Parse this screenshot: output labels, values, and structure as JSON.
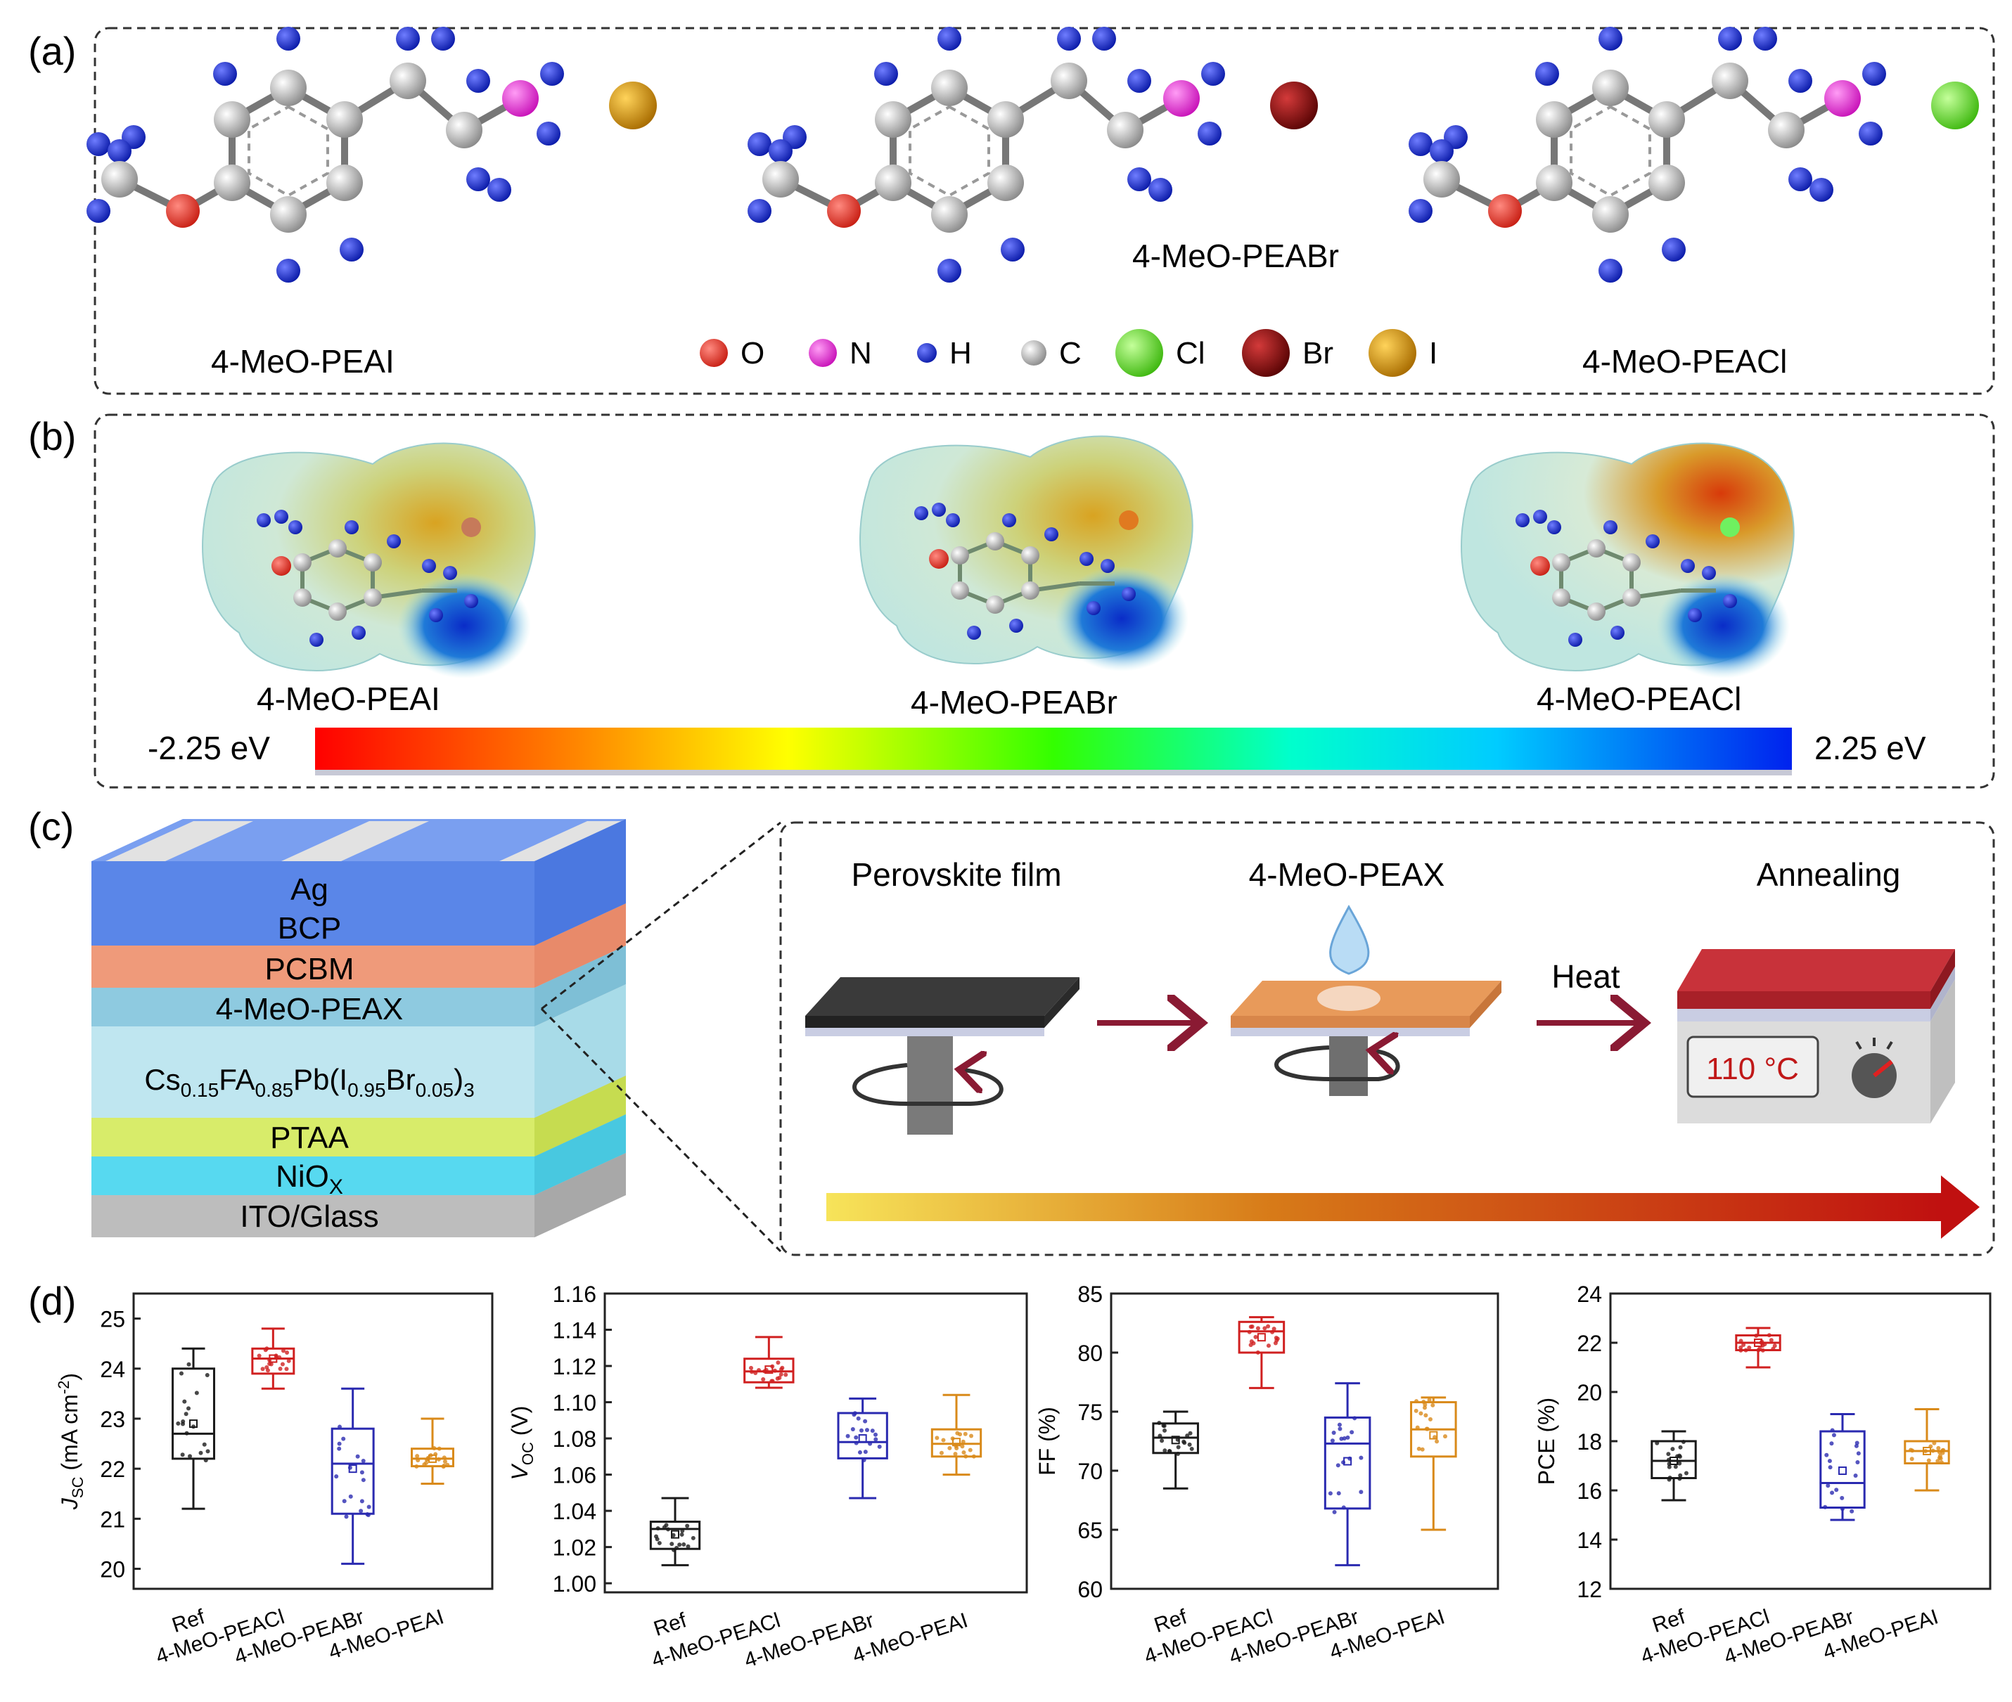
{
  "panel_labels": {
    "a": "(a)",
    "b": "(b)",
    "c": "(c)",
    "d": "(d)"
  },
  "panel_a": {
    "molecules": [
      "4-MeO-PEAI",
      "4-MeO-PEABr",
      "4-MeO-PEACl"
    ],
    "legend": [
      {
        "label": "O",
        "color": "#e53b32"
      },
      {
        "label": "N",
        "color": "#e62ed6"
      },
      {
        "label": "H",
        "color": "#1b2fc9"
      },
      {
        "label": "C",
        "color": "#9a9a9a"
      },
      {
        "label": "Cl",
        "color": "#6fe030"
      },
      {
        "label": "Br",
        "color": "#8a0c0c"
      },
      {
        "label": "I",
        "color": "#d39a10"
      }
    ],
    "halide_colors": [
      "#d39a10",
      "#8a0c0c",
      "#6fe030"
    ]
  },
  "panel_b": {
    "molecules": [
      "4-MeO-PEAI",
      "4-MeO-PEABr",
      "4-MeO-PEACl"
    ],
    "scale_min": "-2.25 eV",
    "scale_max": "2.25 eV"
  },
  "panel_c": {
    "layers": [
      "Ag",
      "BCP",
      "PCBM",
      "4-MeO-PEAX",
      "Cs0.15FA0.85Pb(I0.95Br0.05)3",
      "PTAA",
      "NiOx",
      "ITO/Glass"
    ],
    "perovskite": {
      "base": "Cs",
      "s1": "0.15",
      "a": "FA",
      "s2": "0.85",
      "b": "Pb(I",
      "s3": "0.95",
      "c": "Br",
      "s4": "0.05",
      "d": ")",
      "s5": "3"
    },
    "nio": {
      "base": "NiO",
      "sub": "X"
    },
    "steps": [
      "Perovskite film",
      "4-MeO-PEAX",
      "Annealing"
    ],
    "heat_label": "Heat",
    "temperature": "110 °C"
  },
  "chart_data": [
    {
      "type": "box",
      "ylabel": "J_SC (mA cm^-2)",
      "ylim": [
        19.6,
        25.5
      ],
      "yticks": [
        20,
        21,
        22,
        23,
        24,
        25
      ],
      "categories": [
        "Ref",
        "4-MeO-PEACl",
        "4-MeO-PEABr",
        "4-MeO-PEAI"
      ],
      "boxes": [
        {
          "min": 21.2,
          "q1": 22.2,
          "median": 22.7,
          "q3": 24.0,
          "max": 24.4,
          "mean": 22.9
        },
        {
          "min": 23.6,
          "q1": 23.9,
          "median": 24.2,
          "q3": 24.4,
          "max": 24.8,
          "mean": 24.2
        },
        {
          "min": 20.1,
          "q1": 21.1,
          "median": 22.1,
          "q3": 22.8,
          "max": 23.6,
          "mean": 22.0
        },
        {
          "min": 21.7,
          "q1": 22.05,
          "median": 22.2,
          "q3": 22.4,
          "max": 23.0,
          "mean": 22.2
        }
      ]
    },
    {
      "type": "box",
      "ylabel": "V_OC (V)",
      "ylim": [
        0.995,
        1.16
      ],
      "yticks": [
        1.0,
        1.02,
        1.04,
        1.06,
        1.08,
        1.1,
        1.12,
        1.14,
        1.16
      ],
      "categories": [
        "Ref",
        "4-MeO-PEACl",
        "4-MeO-PEABr",
        "4-MeO-PEAI"
      ],
      "boxes": [
        {
          "min": 1.01,
          "q1": 1.019,
          "median": 1.03,
          "q3": 1.034,
          "max": 1.047,
          "mean": 1.027
        },
        {
          "min": 1.108,
          "q1": 1.111,
          "median": 1.117,
          "q3": 1.124,
          "max": 1.136,
          "mean": 1.118
        },
        {
          "min": 1.047,
          "q1": 1.069,
          "median": 1.078,
          "q3": 1.094,
          "max": 1.102,
          "mean": 1.08
        },
        {
          "min": 1.06,
          "q1": 1.07,
          "median": 1.077,
          "q3": 1.085,
          "max": 1.104,
          "mean": 1.078
        }
      ]
    },
    {
      "type": "box",
      "ylabel": "FF (%)",
      "ylim": [
        60,
        85
      ],
      "yticks": [
        60,
        65,
        70,
        75,
        80,
        85
      ],
      "categories": [
        "Ref",
        "4-MeO-PEACl",
        "4-MeO-PEABr",
        "4-MeO-PEAI"
      ],
      "boxes": [
        {
          "min": 68.5,
          "q1": 71.5,
          "median": 72.8,
          "q3": 74.0,
          "max": 75.0,
          "mean": 72.6
        },
        {
          "min": 77.0,
          "q1": 80.0,
          "median": 81.8,
          "q3": 82.6,
          "max": 83.0,
          "mean": 81.3
        },
        {
          "min": 62.0,
          "q1": 66.8,
          "median": 72.3,
          "q3": 74.5,
          "max": 77.4,
          "mean": 70.8
        },
        {
          "min": 65.0,
          "q1": 71.2,
          "median": 73.5,
          "q3": 75.8,
          "max": 76.2,
          "mean": 73.0
        }
      ]
    },
    {
      "type": "box",
      "ylabel": "PCE (%)",
      "ylim": [
        12,
        24
      ],
      "yticks": [
        12,
        14,
        16,
        18,
        20,
        22,
        24
      ],
      "categories": [
        "Ref",
        "4-MeO-PEACl",
        "4-MeO-PEABr",
        "4-MeO-PEAI"
      ],
      "boxes": [
        {
          "min": 15.6,
          "q1": 16.5,
          "median": 17.2,
          "q3": 18.0,
          "max": 18.4,
          "mean": 17.2
        },
        {
          "min": 21.0,
          "q1": 21.7,
          "median": 22.0,
          "q3": 22.3,
          "max": 22.6,
          "mean": 22.0
        },
        {
          "min": 14.8,
          "q1": 15.3,
          "median": 16.3,
          "q3": 18.4,
          "max": 19.1,
          "mean": 16.8
        },
        {
          "min": 16.0,
          "q1": 17.1,
          "median": 17.6,
          "q3": 18.0,
          "max": 19.3,
          "mean": 17.6
        }
      ]
    }
  ],
  "box_colors": [
    "#1a1a1a",
    "#d02020",
    "#2a2ab0",
    "#d98a1a"
  ]
}
